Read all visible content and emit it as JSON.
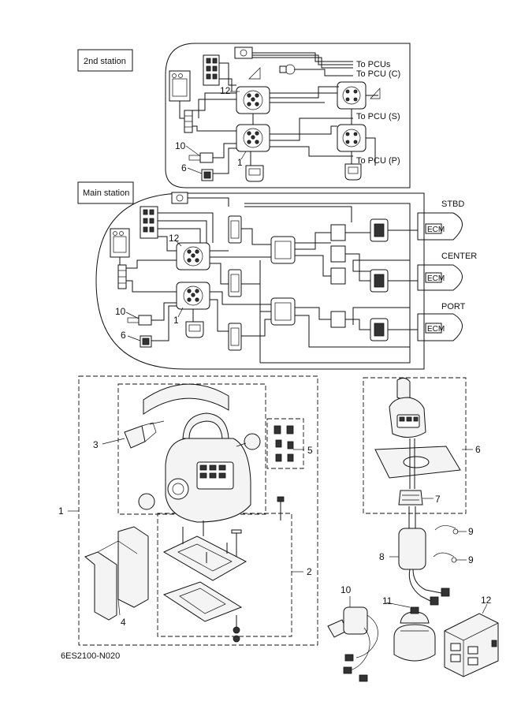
{
  "stations": {
    "second": "2nd station",
    "main": "Main station"
  },
  "connections": {
    "to_pcus": "To PCUs",
    "to_pcu_c": "To PCU (C)",
    "to_pcu_s": "To PCU (S)",
    "to_pcu_p": "To PCU (P)"
  },
  "engines": {
    "stbd": "STBD",
    "center": "CENTER",
    "port": "PORT",
    "ecm": "ECM"
  },
  "callouts": {
    "c1": "1",
    "c2": "2",
    "c3": "3",
    "c4": "4",
    "c5": "5",
    "c6": "6",
    "c7": "7",
    "c8": "8",
    "c9": "9",
    "c10": "10",
    "c11": "11",
    "c12": "12"
  },
  "figure_code": "6ES2100-N020"
}
